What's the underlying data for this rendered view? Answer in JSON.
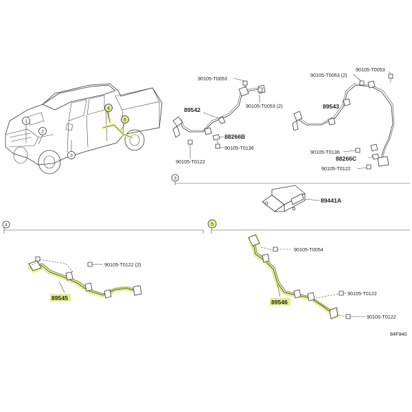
{
  "callouts": {
    "c1": "1",
    "c2": "2",
    "c3": "3",
    "c4": "4",
    "c5": "5"
  },
  "labels": {
    "p89542": "89542",
    "p89543": "89543",
    "p89441a": "89441A",
    "p89545": "89545",
    "p89546": "89546",
    "p88266b": "88266B",
    "p88266c": "88266C",
    "g1_t0053": "90105-T0053",
    "g1_t0053_2": "90105-T0053 (2)",
    "g1_t0136": "90105-T0136",
    "g1_t0122": "90105-T0122",
    "g2_t0053_2": "90105-T0053 (2)",
    "g2_t0053": "90105-T0053",
    "g2_t0136": "90105-T0136",
    "g2_t0122": "90105-T0122",
    "g4_t0122_2": "90105-T0122 (2)",
    "g5_t0054": "90105-T0054",
    "g5_t0122a": "90105-T0122",
    "g5_t0122b": "90105-T0122",
    "code": "84F940"
  },
  "colors": {
    "highlight": "#e2ef8c",
    "line": "#333333"
  }
}
